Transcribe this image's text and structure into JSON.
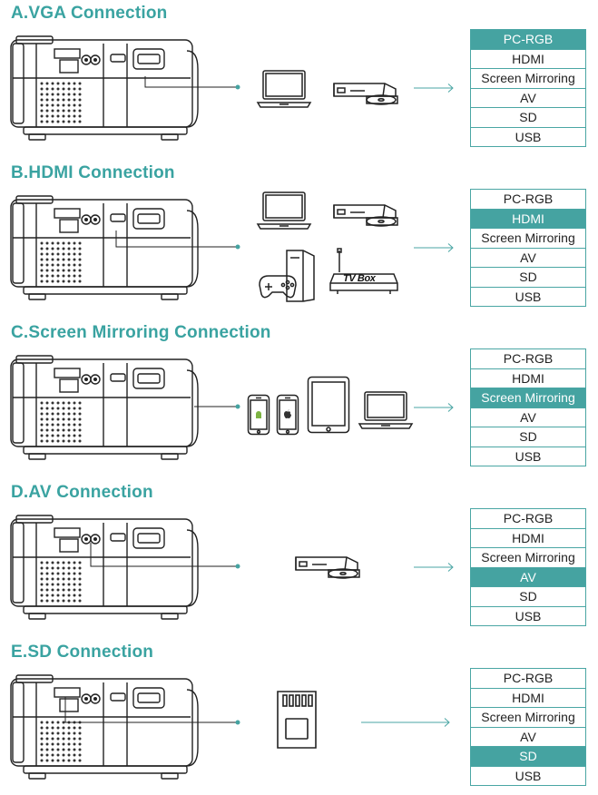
{
  "accent_color": "#3aa3a1",
  "menu_options": [
    "PC-RGB",
    "HDMI",
    "Screen Mirroring",
    "AV",
    "SD",
    "USB"
  ],
  "sections": [
    {
      "title": "A.VGA Connection",
      "active_option": "PC-RGB",
      "devices": [
        "laptop-icon",
        "dvd-player-icon"
      ]
    },
    {
      "title": "B.HDMI Connection",
      "active_option": "HDMI",
      "devices": [
        "laptop-icon",
        "dvd-player-icon",
        "game-console-icon",
        "tv-box-icon"
      ],
      "tv_box_label": "TV Box"
    },
    {
      "title": "C.Screen Mirroring Connection",
      "active_option": "Screen Mirroring",
      "devices": [
        "android-phone-icon",
        "iphone-icon",
        "tablet-icon",
        "laptop-icon"
      ]
    },
    {
      "title": "D.AV Connection",
      "active_option": "AV",
      "devices": [
        "dvd-player-icon"
      ]
    },
    {
      "title": "E.SD Connection",
      "active_option": "SD",
      "devices": [
        "sd-card-icon"
      ]
    }
  ]
}
